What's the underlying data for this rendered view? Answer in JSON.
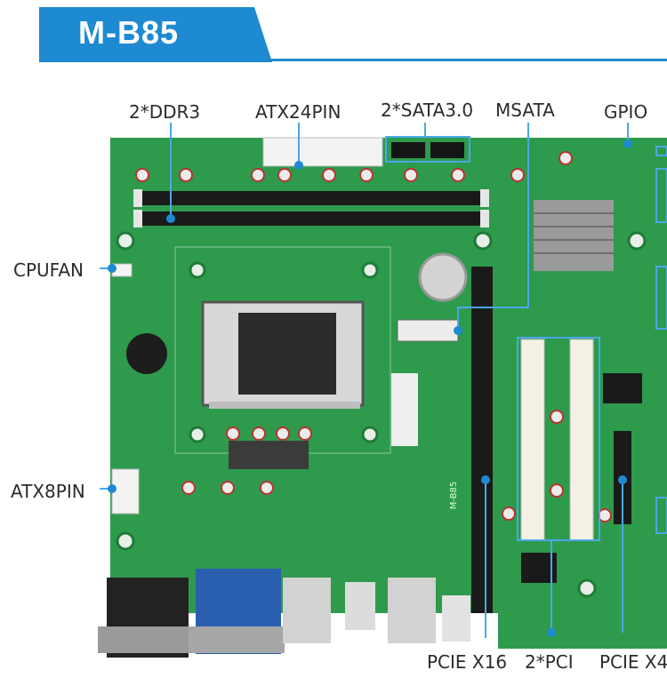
{
  "title": "M-B85",
  "colors": {
    "banner": "#1e8ad2",
    "pcb": "#2e9a4c",
    "callout_line": "#4aa8e6"
  },
  "labels": {
    "ddr3": "2*DDR3",
    "atx24pin": "ATX24PIN",
    "sata": "2*SATA3.0",
    "msata": "MSATA",
    "gpio": "GPIO",
    "cpufan": "CPUFAN",
    "atx8pin": "ATX8PIN",
    "pcie_x16": "PCIE X16",
    "pci": "2*PCI",
    "pcie_x4": "PCIE X4"
  },
  "board": {
    "model_silkscreen": "M-B85"
  }
}
